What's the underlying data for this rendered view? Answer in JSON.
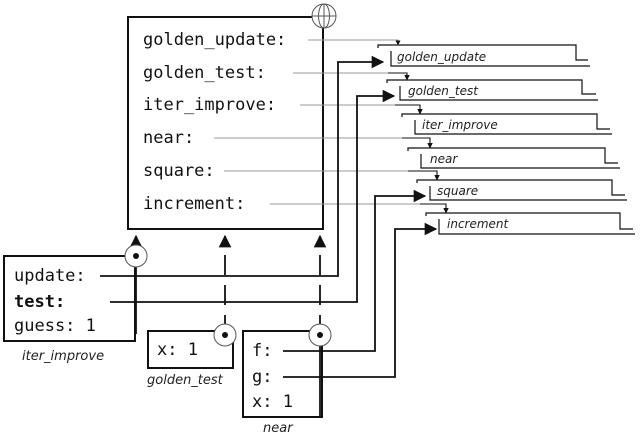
{
  "global_frame": {
    "bindings": [
      {
        "name": "golden_update",
        "label": "golden_update:"
      },
      {
        "name": "golden_test",
        "label": "golden_test:"
      },
      {
        "name": "iter_improve",
        "label": "iter_improve:"
      },
      {
        "name": "near",
        "label": "near:"
      },
      {
        "name": "square",
        "label": "square:"
      },
      {
        "name": "increment",
        "label": "increment:"
      }
    ]
  },
  "functions": [
    {
      "name": "golden_update",
      "label": "golden_update"
    },
    {
      "name": "golden_test",
      "label": "golden_test"
    },
    {
      "name": "iter_improve",
      "label": "iter_improve"
    },
    {
      "name": "near",
      "label": "near"
    },
    {
      "name": "square",
      "label": "square"
    },
    {
      "name": "increment",
      "label": "increment"
    }
  ],
  "iter_improve_frame": {
    "caption": "iter_improve",
    "update_label": "update:",
    "test_label": "test:",
    "guess_label": "guess:",
    "guess_value": "1"
  },
  "golden_test_frame": {
    "caption": "golden_test",
    "x_label": "x:",
    "x_value": "1"
  },
  "near_frame": {
    "caption": "near",
    "f_label": "f:",
    "g_label": "g:",
    "x_label": "x:",
    "x_value": "1"
  }
}
